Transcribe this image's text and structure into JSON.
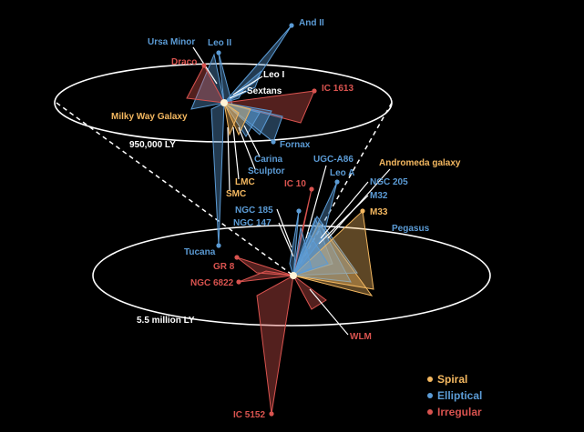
{
  "colors": {
    "background": "#000000",
    "spiral": "#f4b860",
    "elliptical": "#5b9bd5",
    "irregular": "#d9534f",
    "ring": "#ffffff"
  },
  "rings": {
    "milky_way_radius": "950,000 LY",
    "andromeda_radius": "5.5 million LY"
  },
  "legend": [
    {
      "key": "spiral",
      "label": "Spiral"
    },
    {
      "key": "elliptical",
      "label": "Elliptical"
    },
    {
      "key": "irregular",
      "label": "Irregular"
    }
  ],
  "galaxies": {
    "milky_way": [
      {
        "id": "and-ii",
        "label": "And II",
        "type": "elliptical"
      },
      {
        "id": "ursa-minor",
        "label": "Ursa Minor",
        "type": "elliptical"
      },
      {
        "id": "leo-ii",
        "label": "Leo II",
        "type": "elliptical"
      },
      {
        "id": "draco",
        "label": "Draco",
        "type": "irregular"
      },
      {
        "id": "leo-i",
        "label": "Leo I",
        "type": "elliptical"
      },
      {
        "id": "sextans",
        "label": "Sextans",
        "type": "elliptical"
      },
      {
        "id": "ic-1613",
        "label": "IC 1613",
        "type": "irregular"
      },
      {
        "id": "milky-way-galaxy",
        "label": "Milky Way Galaxy",
        "type": "spiral"
      },
      {
        "id": "fornax",
        "label": "Fornax",
        "type": "elliptical"
      },
      {
        "id": "carina",
        "label": "Carina",
        "type": "elliptical"
      },
      {
        "id": "sculptor",
        "label": "Sculptor",
        "type": "elliptical"
      },
      {
        "id": "lmc",
        "label": "LMC",
        "type": "spiral"
      },
      {
        "id": "smc",
        "label": "SMC",
        "type": "spiral"
      },
      {
        "id": "tucana",
        "label": "Tucana",
        "type": "elliptical"
      }
    ],
    "andromeda": [
      {
        "id": "ugc-a86",
        "label": "UGC-A86",
        "type": "elliptical"
      },
      {
        "id": "andromeda-galaxy",
        "label": "Andromeda galaxy",
        "type": "spiral"
      },
      {
        "id": "leo-a",
        "label": "Leo A",
        "type": "elliptical"
      },
      {
        "id": "ic-10",
        "label": "IC 10",
        "type": "irregular"
      },
      {
        "id": "ngc-205",
        "label": "NGC 205",
        "type": "elliptical"
      },
      {
        "id": "m32",
        "label": "M32",
        "type": "elliptical"
      },
      {
        "id": "ngc-185",
        "label": "NGC 185",
        "type": "elliptical"
      },
      {
        "id": "m33",
        "label": "M33",
        "type": "spiral"
      },
      {
        "id": "ngc-147",
        "label": "NGC 147",
        "type": "elliptical"
      },
      {
        "id": "pegasus",
        "label": "Pegasus",
        "type": "elliptical"
      },
      {
        "id": "gr-8",
        "label": "GR 8",
        "type": "irregular"
      },
      {
        "id": "ngc-6822",
        "label": "NGC 6822",
        "type": "irregular"
      },
      {
        "id": "wlm",
        "label": "WLM",
        "type": "irregular"
      },
      {
        "id": "ic-5152",
        "label": "IC 5152",
        "type": "irregular"
      }
    ]
  }
}
